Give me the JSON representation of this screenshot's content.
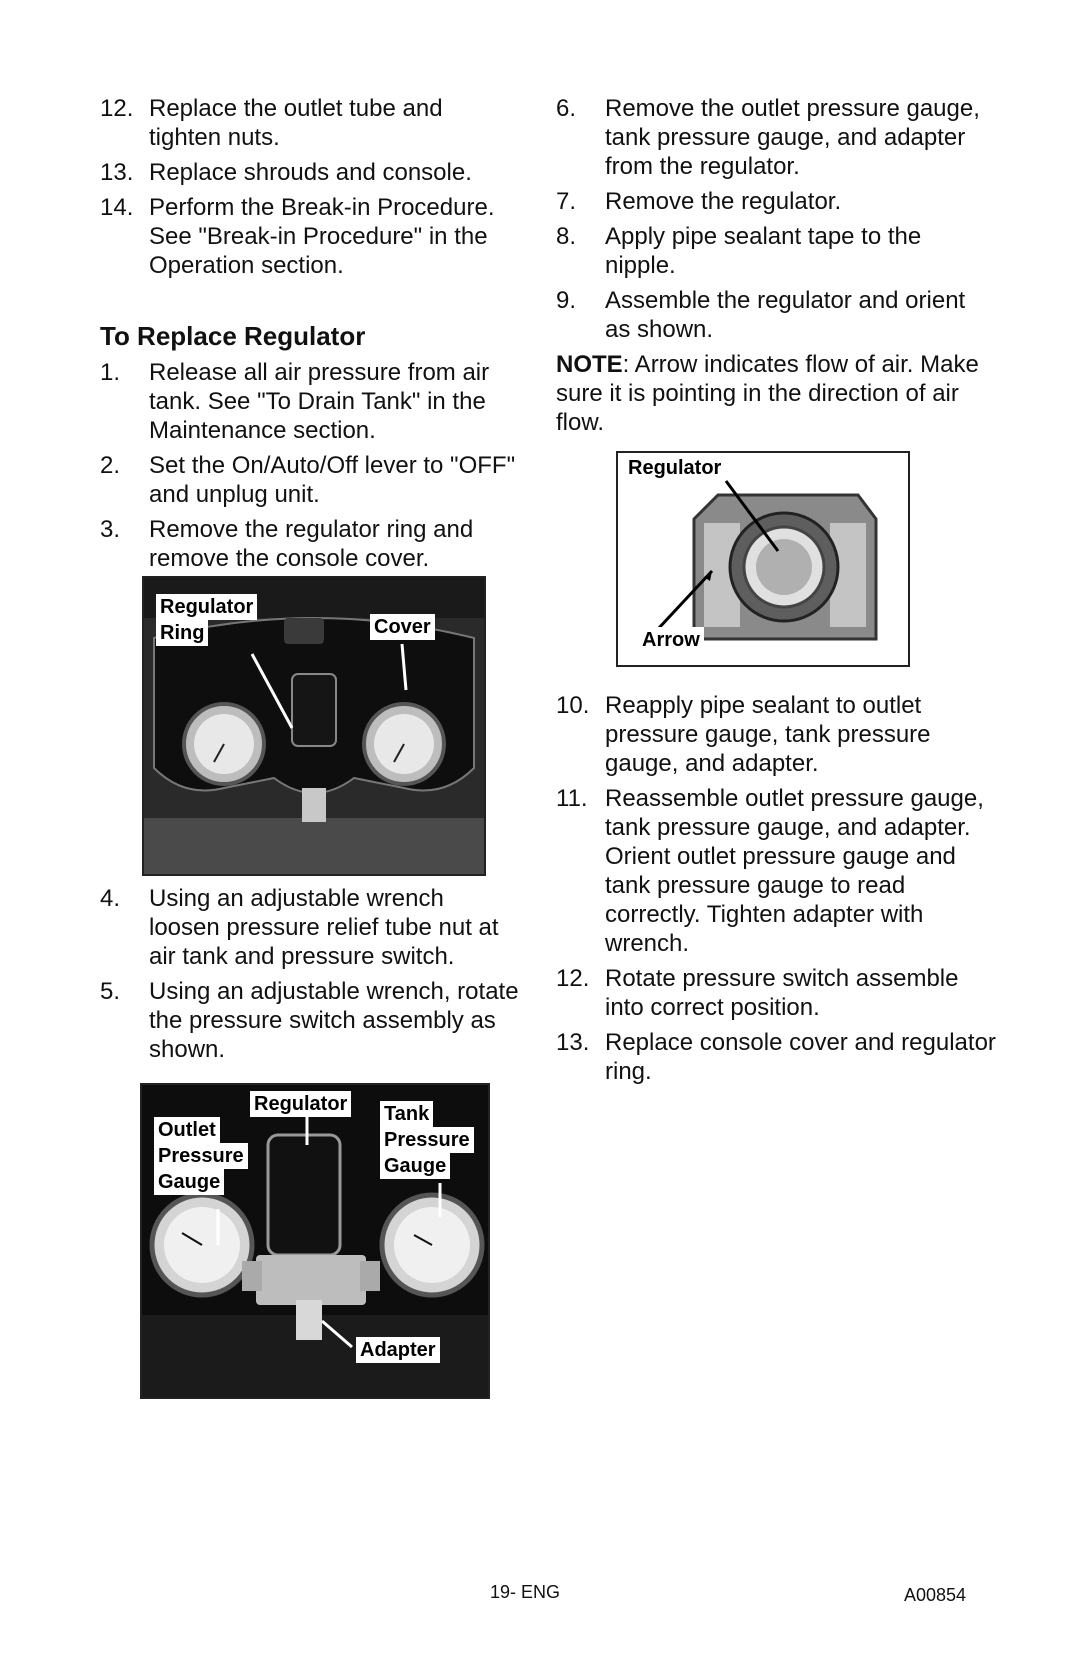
{
  "left_column": {
    "steps_intro": [
      {
        "num": "12.",
        "text": "Replace the outlet tube and tighten nuts."
      },
      {
        "num": "13.",
        "text": "Replace shrouds and console."
      },
      {
        "num": "14.",
        "text": "Perform the Break-in Procedure. See \"Break-in Procedure\" in the Operation section."
      }
    ],
    "heading": "To Replace Regulator",
    "steps_a": [
      {
        "num": "1.",
        "text": "Release all air pressure from air tank. See \"To Drain Tank\" in the Maintenance section."
      },
      {
        "num": "2.",
        "text": "Set the On/Auto/Off lever to \"OFF\" and unplug unit."
      },
      {
        "num": "3.",
        "text": "Remove the regulator ring and remove the console cover."
      }
    ],
    "steps_b": [
      {
        "num": "4.",
        "text": "Using an adjustable wrench loosen pressure relief tube nut at air tank and pressure switch."
      },
      {
        "num": "5.",
        "text": "Using an adjustable wrench, rotate the pressure switch assembly as shown."
      }
    ]
  },
  "right_column": {
    "steps_a": [
      {
        "num": "6.",
        "text": "Remove the outlet pressure gauge, tank pressure gauge, and adapter from the regulator."
      },
      {
        "num": "7.",
        "text": "Remove the regulator."
      },
      {
        "num": "8.",
        "text": "Apply pipe sealant tape to the nipple."
      },
      {
        "num": "9.",
        "text": "Assemble the regulator and orient as shown."
      }
    ],
    "note_label": "NOTE",
    "note_text": ": Arrow indicates flow of air. Make sure it is pointing in the direction of air flow.",
    "steps_b": [
      {
        "num": "10.",
        "text": "Reapply pipe sealant to outlet pressure gauge, tank pressure gauge, and adapter."
      },
      {
        "num": "11.",
        "text": "Reassemble outlet pressure gauge, tank pressure gauge, and adapter. Orient outlet  pressure gauge and tank pressure gauge to read correctly. Tighten adapter with wrench."
      },
      {
        "num": "12.",
        "text": "Rotate pressure switch assemble into correct position."
      },
      {
        "num": "13.",
        "text": "Replace console cover and regulator ring."
      }
    ]
  },
  "figures": {
    "console": {
      "label_ring_1": "Regulator",
      "label_ring_2": "Ring",
      "label_cover": "Cover"
    },
    "regulator": {
      "label_regulator": "Regulator",
      "label_arrow": "Arrow"
    },
    "assembly": {
      "label_regulator": "Regulator",
      "label_outlet_1": "Outlet",
      "label_outlet_2": "Pressure",
      "label_outlet_3": "Gauge",
      "label_tank_1": "Tank",
      "label_tank_2": "Pressure",
      "label_tank_3": "Gauge",
      "label_adapter": "Adapter"
    }
  },
  "footer": {
    "page": "19- ENG",
    "code": "A00854"
  }
}
